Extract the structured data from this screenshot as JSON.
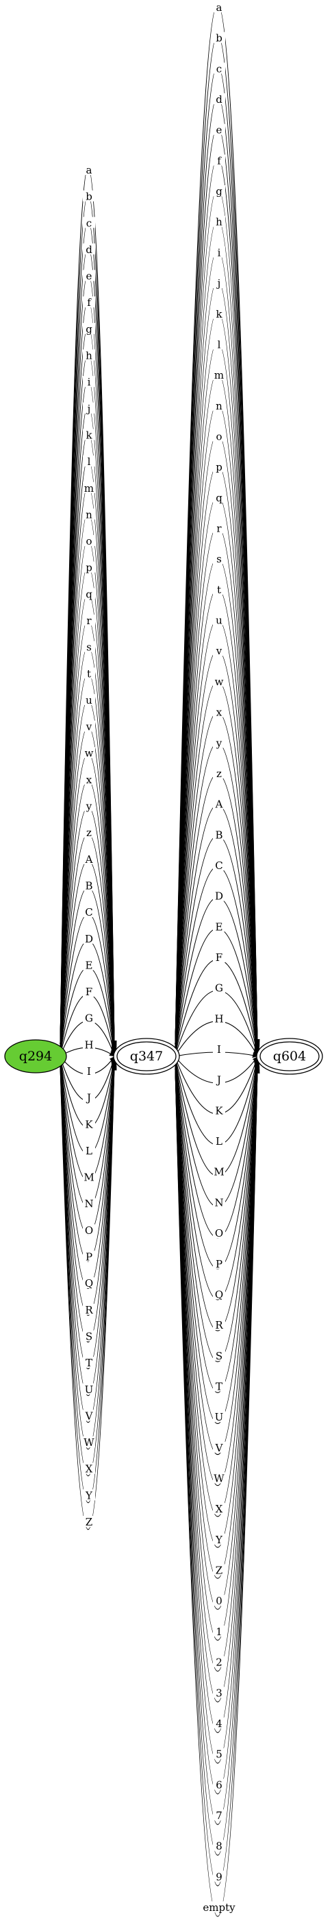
{
  "diagram": {
    "nodes": {
      "start": {
        "id": "q294",
        "fill": "#66cc33",
        "accepting": false
      },
      "middle": {
        "id": "q347",
        "fill": "#ffffff",
        "accepting": true
      },
      "end": {
        "id": "q604",
        "fill": "#ffffff",
        "accepting": true
      }
    },
    "edges_start_to_middle": [
      "a",
      "b",
      "c",
      "d",
      "e",
      "f",
      "g",
      "h",
      "i",
      "j",
      "k",
      "l",
      "m",
      "n",
      "o",
      "p",
      "q",
      "r",
      "s",
      "t",
      "u",
      "v",
      "w",
      "x",
      "y",
      "z",
      "A",
      "B",
      "C",
      "D",
      "E",
      "F",
      "G",
      "H",
      "I",
      "J",
      "K",
      "L",
      "M",
      "N",
      "O",
      "P",
      "Q",
      "R",
      "S",
      "T",
      "U",
      "V",
      "W",
      "X",
      "Y",
      "Z"
    ],
    "edges_middle_to_end": [
      "a",
      "b",
      "c",
      "d",
      "e",
      "f",
      "g",
      "h",
      "i",
      "j",
      "k",
      "l",
      "m",
      "n",
      "o",
      "p",
      "q",
      "r",
      "s",
      "t",
      "u",
      "v",
      "w",
      "x",
      "y",
      "z",
      "A",
      "B",
      "C",
      "D",
      "E",
      "F",
      "G",
      "H",
      "I",
      "J",
      "K",
      "L",
      "M",
      "N",
      "O",
      "P",
      "Q",
      "R",
      "S",
      "T",
      "U",
      "V",
      "W",
      "X",
      "Y",
      "Z",
      "0",
      "1",
      "2",
      "3",
      "4",
      "5",
      "6",
      "7",
      "8",
      "9",
      "empty"
    ]
  }
}
